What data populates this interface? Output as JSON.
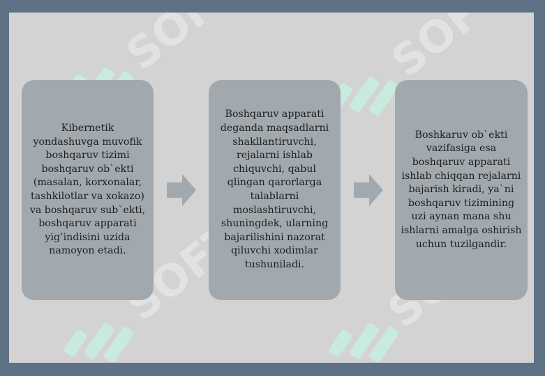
{
  "colors": {
    "frame": "#5f7285",
    "slide": "#d3d3d3",
    "box": "#a2a9ae",
    "arrow": "#a2a9ae",
    "watermark_logo": "#c8ece0",
    "watermark_text": "#e4e4e4"
  },
  "watermark": {
    "text": "SOFT",
    "icon": "soft-logo-icon"
  },
  "boxes": [
    {
      "text": "Kibernetik yondashuvga muvofik boshqaruv tizimi boshqaruv ob`ekti (masalan, korxonalar, tashkilotlar va xokazo) va boshqaruv sub`ekti, boshqaruv apparati yig’indisini uzida namoyon etadi."
    },
    {
      "text": "Boshqaruv apparati deganda maqsadlarni shakllantiruvchi, rejalarni ishlab chiquvchi, qabul qlingan qarorlarga talablarni moslashtiruvchi, shuningdek, ularning bajarilishini nazorat qiluvchi xodimlar tushuniladi."
    },
    {
      "text": "Boshkaruv ob`ekti vazifasiga esa boshqaruv apparati ishlab chiqqan rejalarni bajarish kiradi, ya`ni boshqaruv tizimining uzi aynan mana shu ishlarni amalga oshirish uchun tuzilgandir."
    }
  ],
  "arrows": [
    "right-arrow-icon",
    "right-arrow-icon"
  ]
}
